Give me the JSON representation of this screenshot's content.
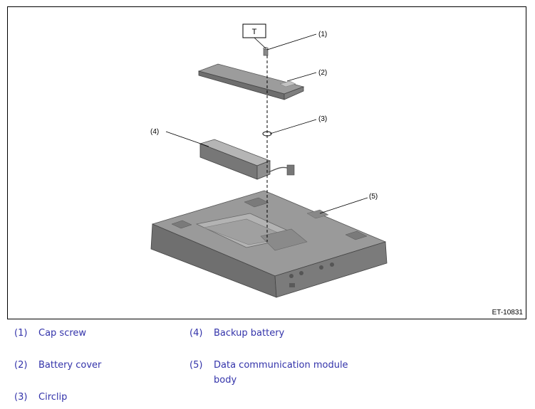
{
  "figure": {
    "id": "ET-10831",
    "torque_label": "T",
    "callouts": [
      "(1)",
      "(2)",
      "(3)",
      "(4)",
      "(5)"
    ]
  },
  "legend": [
    {
      "num": "(1)",
      "text": "Cap screw"
    },
    {
      "num": "(2)",
      "text": "Battery cover"
    },
    {
      "num": "(3)",
      "text": "Circlip"
    },
    {
      "num": "(4)",
      "text": "Backup battery"
    },
    {
      "num": "(5)",
      "text": "Data communication module body"
    }
  ],
  "colors": {
    "legend_text": "#3333aa",
    "part_fill": "#8c8c8c"
  }
}
